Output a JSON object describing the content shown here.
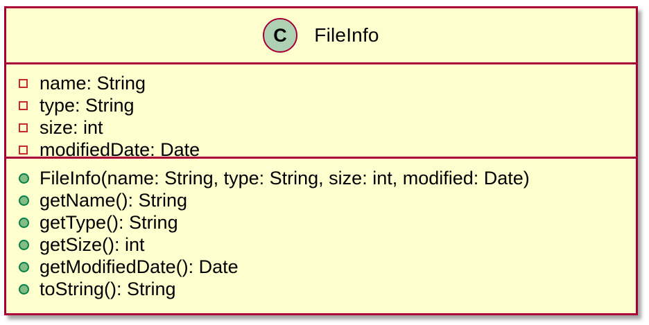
{
  "class": {
    "stereotype_letter": "C",
    "name": "FileInfo"
  },
  "attributes": [
    {
      "visibility": "private",
      "text": "name: String"
    },
    {
      "visibility": "private",
      "text": "type: String"
    },
    {
      "visibility": "private",
      "text": "size: int"
    },
    {
      "visibility": "private",
      "text": "modifiedDate: Date"
    }
  ],
  "methods": [
    {
      "visibility": "public",
      "text": "FileInfo(name: String, type: String, size: int, modified: Date)"
    },
    {
      "visibility": "public",
      "text": "getName(): String"
    },
    {
      "visibility": "public",
      "text": "getType(): String"
    },
    {
      "visibility": "public",
      "text": "getSize(): int"
    },
    {
      "visibility": "public",
      "text": "getModifiedDate(): Date"
    },
    {
      "visibility": "public",
      "text": "toString(): String"
    }
  ],
  "colors": {
    "class_background": "#fefece",
    "border": "#a80036",
    "stereotype_circle": "#add1b2",
    "private_marker": "#c82930",
    "public_marker_fill": "#84be84",
    "public_marker_border": "#038048"
  },
  "icons": {
    "private": "private-visibility-icon",
    "public": "public-visibility-icon"
  }
}
